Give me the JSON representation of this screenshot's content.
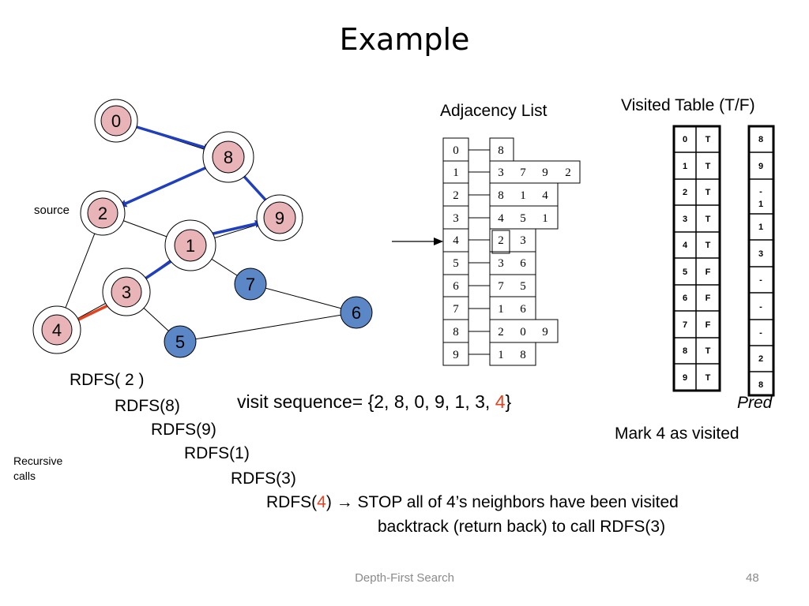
{
  "title": "Example",
  "graph": {
    "source_label": "source",
    "nodes": [
      {
        "id": "0",
        "color": "#e8b4b8",
        "ring": true
      },
      {
        "id": "8",
        "color": "#e8b4b8",
        "ring": true
      },
      {
        "id": "2",
        "color": "#e8b4b8",
        "ring": true
      },
      {
        "id": "9",
        "color": "#e8b4b8",
        "ring": true
      },
      {
        "id": "1",
        "color": "#e8b4b8",
        "ring": true
      },
      {
        "id": "3",
        "color": "#e8b4b8",
        "ring": true
      },
      {
        "id": "4",
        "color": "#e8b4b8",
        "ring": true
      },
      {
        "id": "7",
        "color": "#5b87c7",
        "ring": false
      },
      {
        "id": "6",
        "color": "#5b87c7",
        "ring": false
      },
      {
        "id": "5",
        "color": "#5b87c7",
        "ring": false
      }
    ],
    "tree_edge_color": "#1f3fbf",
    "current_edge_color": "#e8401c"
  },
  "adjacency": {
    "title": "Adjacency List",
    "rows": [
      {
        "vertex": "0",
        "neighbors": [
          "8"
        ]
      },
      {
        "vertex": "1",
        "neighbors": [
          "3",
          "7",
          "9",
          "2"
        ]
      },
      {
        "vertex": "2",
        "neighbors": [
          "8",
          "1",
          "4"
        ]
      },
      {
        "vertex": "3",
        "neighbors": [
          "4",
          "5",
          "1"
        ]
      },
      {
        "vertex": "4",
        "neighbors": [
          "2",
          "3"
        ]
      },
      {
        "vertex": "5",
        "neighbors": [
          "3",
          "6"
        ]
      },
      {
        "vertex": "6",
        "neighbors": [
          "7",
          "5"
        ]
      },
      {
        "vertex": "7",
        "neighbors": [
          "1",
          "6"
        ]
      },
      {
        "vertex": "8",
        "neighbors": [
          "2",
          "0",
          "9"
        ]
      },
      {
        "vertex": "9",
        "neighbors": [
          "1",
          "8"
        ]
      }
    ]
  },
  "visited": {
    "title": "Visited Table (T/F)",
    "rows": [
      {
        "vertex": "0",
        "visited": "T"
      },
      {
        "vertex": "1",
        "visited": "T"
      },
      {
        "vertex": "2",
        "visited": "T"
      },
      {
        "vertex": "3",
        "visited": "T"
      },
      {
        "vertex": "4",
        "visited": "T"
      },
      {
        "vertex": "5",
        "visited": "F"
      },
      {
        "vertex": "6",
        "visited": "F"
      },
      {
        "vertex": "7",
        "visited": "F"
      },
      {
        "vertex": "8",
        "visited": "T"
      },
      {
        "vertex": "9",
        "visited": "T"
      }
    ],
    "pred": [
      "8",
      "9",
      "-\n1",
      "1",
      "3",
      "-",
      "-",
      "-",
      "2",
      "8"
    ],
    "pred_label": "Pred"
  },
  "calls": {
    "c1": "RDFS( 2 )",
    "c2": "RDFS(8)",
    "c3": "RDFS(9)",
    "c4": "RDFS(1)",
    "c5": "RDFS(3)",
    "c6_prefix": "RDFS(",
    "c6_value": "4",
    "c6_suffix": ")",
    "c6_arrow": "→",
    "c6_text": " STOP all of 4’s neighbors have been visited",
    "c7": "backtrack (return back) to call RDFS(3)",
    "recursive_label": "Recursive calls"
  },
  "visit_sequence": {
    "prefix": "visit sequence= {2, 8, 0, 9, 1, 3, ",
    "highlight": "4",
    "suffix": "}"
  },
  "mark_text": "Mark 4 as visited",
  "footer": "Depth-First Search",
  "page_number": "48"
}
